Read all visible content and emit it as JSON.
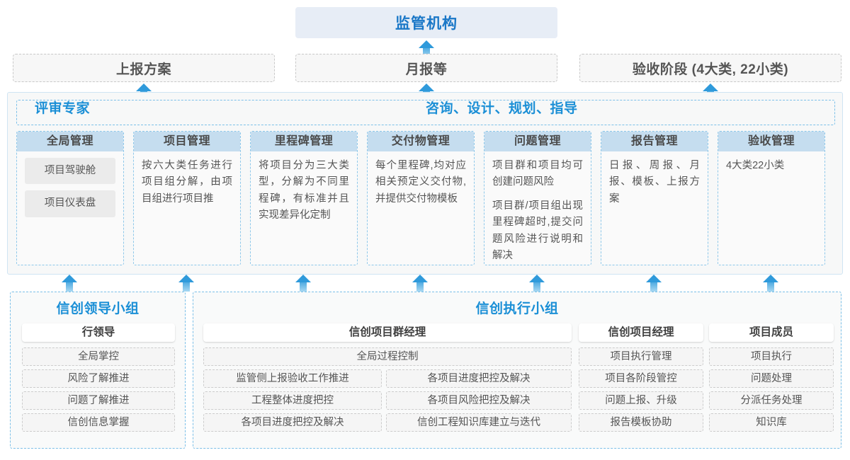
{
  "top": {
    "authority": "监管机构",
    "reports": [
      {
        "label": "上报方案"
      },
      {
        "label": "月报等"
      },
      {
        "label": "验收阶段 (4大类, 22小类)"
      }
    ]
  },
  "middle": {
    "roles": {
      "expert": "评审专家",
      "consulting": "咨询、设计、规划、指导"
    },
    "cards": [
      {
        "title": "全局管理",
        "chips": [
          "项目驾驶舱",
          "项目仪表盘"
        ],
        "paragraphs": []
      },
      {
        "title": "项目管理",
        "chips": [],
        "paragraphs": [
          "按六大类任务进行项目组分解，由项目组进行项目推"
        ]
      },
      {
        "title": "里程碑管理",
        "chips": [],
        "paragraphs": [
          "将项目分为三大类型，分解为不同里程碑，有标准并且实现差异化定制"
        ]
      },
      {
        "title": "交付物管理",
        "chips": [],
        "paragraphs": [
          "每个里程碑,均对应相关预定义交付物,并提供交付物模板"
        ]
      },
      {
        "title": "问题管理",
        "chips": [],
        "paragraphs": [
          "项目群和项目均可创建问题风险",
          "项目群/项目组出现里程碑超时,提交问题风险进行说明和解决"
        ]
      },
      {
        "title": "报告管理",
        "chips": [],
        "paragraphs": [
          "日报、周报、月报、模板、上报方案"
        ]
      },
      {
        "title": "验收管理",
        "chips": [],
        "paragraphs": [
          "4大类22小类"
        ]
      }
    ]
  },
  "bottom": {
    "leading_group": {
      "title": "信创领导小组",
      "role": "行领导",
      "tasks": [
        "全局掌控",
        "风险了解推进",
        "问题了解推进",
        "信创信息掌握"
      ]
    },
    "exec_group": {
      "title": "信创执行小组",
      "program_manager": {
        "role": "信创项目群经理",
        "full_width_task": "全局过程控制",
        "left_tasks": [
          "监管侧上报验收工作推进",
          "工程整体进度把控",
          "各项目进度把控及解决"
        ],
        "right_tasks": [
          "各项目进度把控及解决",
          "各项目风险把控及解决",
          "信创工程知识库建立与迭代"
        ]
      },
      "project_manager": {
        "role": "信创项目经理",
        "tasks": [
          "项目执行管理",
          "项目各阶段管控",
          "问题上报、升级",
          "报告模板协助"
        ]
      },
      "project_member": {
        "role": "项目成员",
        "tasks": [
          "项目执行",
          "问题处理",
          "分派任务处理",
          "知识库"
        ]
      }
    }
  },
  "colors": {
    "accent_blue": "#1b8fd6",
    "authority_bg": "#e7edf6",
    "card_head_bg": "#c5ddef",
    "arrow_top": "#2f9adb",
    "arrow_bottom": "#a8d8f2",
    "panel_border": "#7cc0e8"
  }
}
